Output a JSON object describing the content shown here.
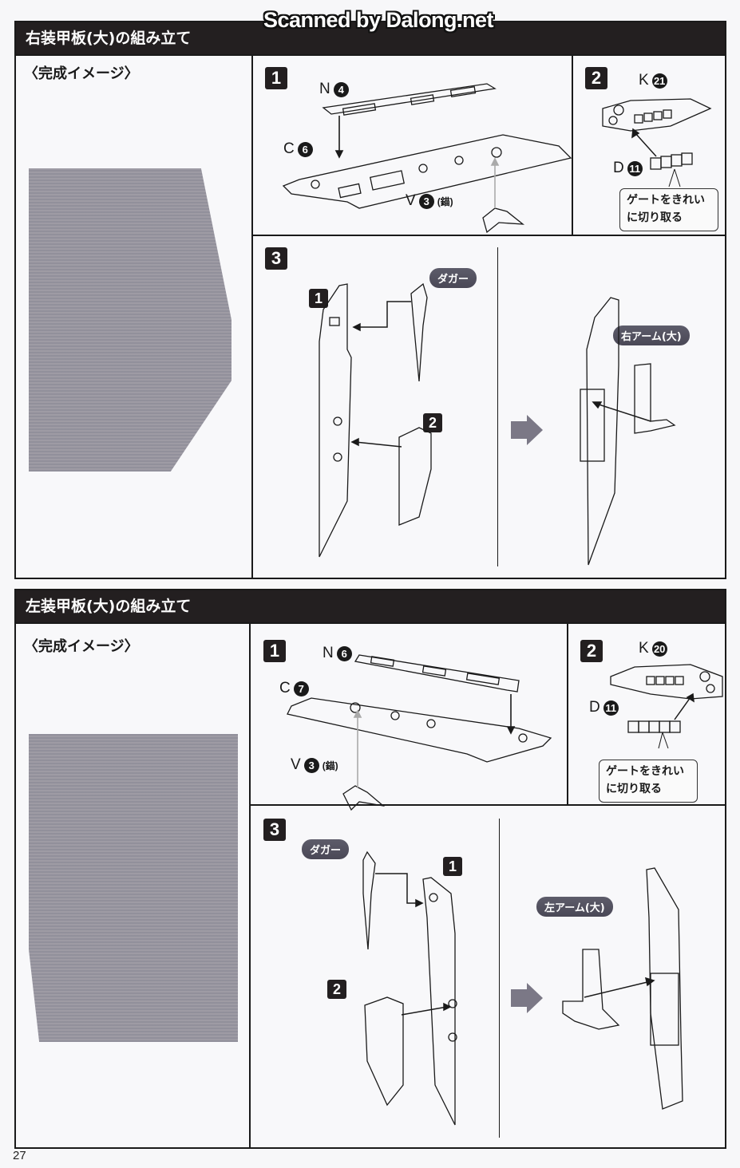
{
  "watermark": "Scanned by Dalong.net",
  "page_number": "27",
  "sections": [
    {
      "title": "右装甲板(大)の組み立て",
      "preview_caption": "〈完成イメージ〉",
      "step1": {
        "number": "1",
        "parts": [
          {
            "letter": "N",
            "num": "4"
          },
          {
            "letter": "C",
            "num": "6"
          },
          {
            "letter": "V",
            "num": "3",
            "note": "(錨)"
          }
        ]
      },
      "step2": {
        "number": "2",
        "parts": [
          {
            "letter": "K",
            "num": "21"
          },
          {
            "letter": "D",
            "num": "11"
          }
        ],
        "note_line1": "ゲートをきれい",
        "note_line2": "に切り取る"
      },
      "step3": {
        "number": "3",
        "sub_labels": [
          "1",
          "2"
        ],
        "dagger_label": "ダガー",
        "arm_label": "右アーム(大)"
      }
    },
    {
      "title": "左装甲板(大)の組み立て",
      "preview_caption": "〈完成イメージ〉",
      "step1": {
        "number": "1",
        "parts": [
          {
            "letter": "N",
            "num": "6"
          },
          {
            "letter": "C",
            "num": "7"
          },
          {
            "letter": "V",
            "num": "3",
            "note": "(錨)"
          }
        ]
      },
      "step2": {
        "number": "2",
        "parts": [
          {
            "letter": "K",
            "num": "20"
          },
          {
            "letter": "D",
            "num": "11"
          }
        ],
        "note_line1": "ゲートをきれい",
        "note_line2": "に切り取る"
      },
      "step3": {
        "number": "3",
        "sub_labels": [
          "1",
          "2"
        ],
        "dagger_label": "ダガー",
        "arm_label": "左アーム(大)"
      }
    }
  ]
}
